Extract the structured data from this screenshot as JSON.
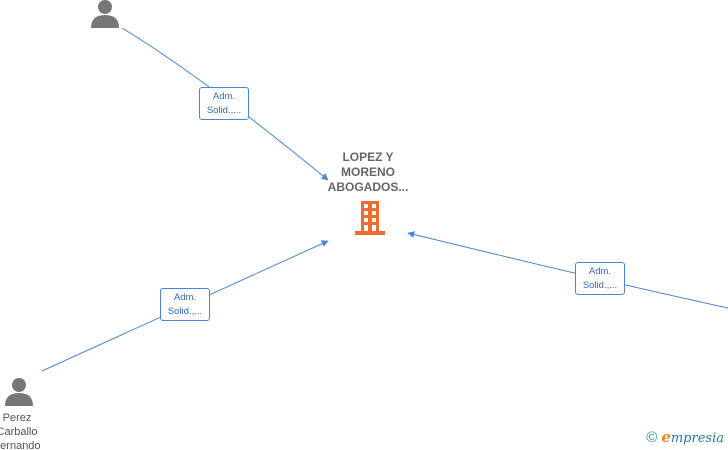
{
  "company": {
    "name_lines": [
      "LOPEZ Y",
      "MORENO",
      "ABOGADOS..."
    ],
    "icon": "building-icon",
    "icon_color": "#f26a2e"
  },
  "people": [
    {
      "name_lines": [],
      "icon": "person-icon"
    },
    {
      "name_lines": [
        "Perez",
        "Carballo",
        "Fernando"
      ],
      "icon": "person-icon"
    },
    {
      "name_lines": [],
      "icon": "person-icon"
    }
  ],
  "relations": [
    {
      "label_lines": [
        "Adm.",
        "Solid.,..."
      ]
    },
    {
      "label_lines": [
        "Adm.",
        "Solid.,..."
      ]
    },
    {
      "label_lines": [
        "Adm.",
        "Solid.,..."
      ]
    }
  ],
  "colors": {
    "edge": "#4a86d4",
    "icon_gray": "#777777",
    "label_text": "#2f6cc0"
  },
  "watermark": {
    "copyright_symbol": "©",
    "brand_initial": "e",
    "brand_rest": "mpresia"
  }
}
